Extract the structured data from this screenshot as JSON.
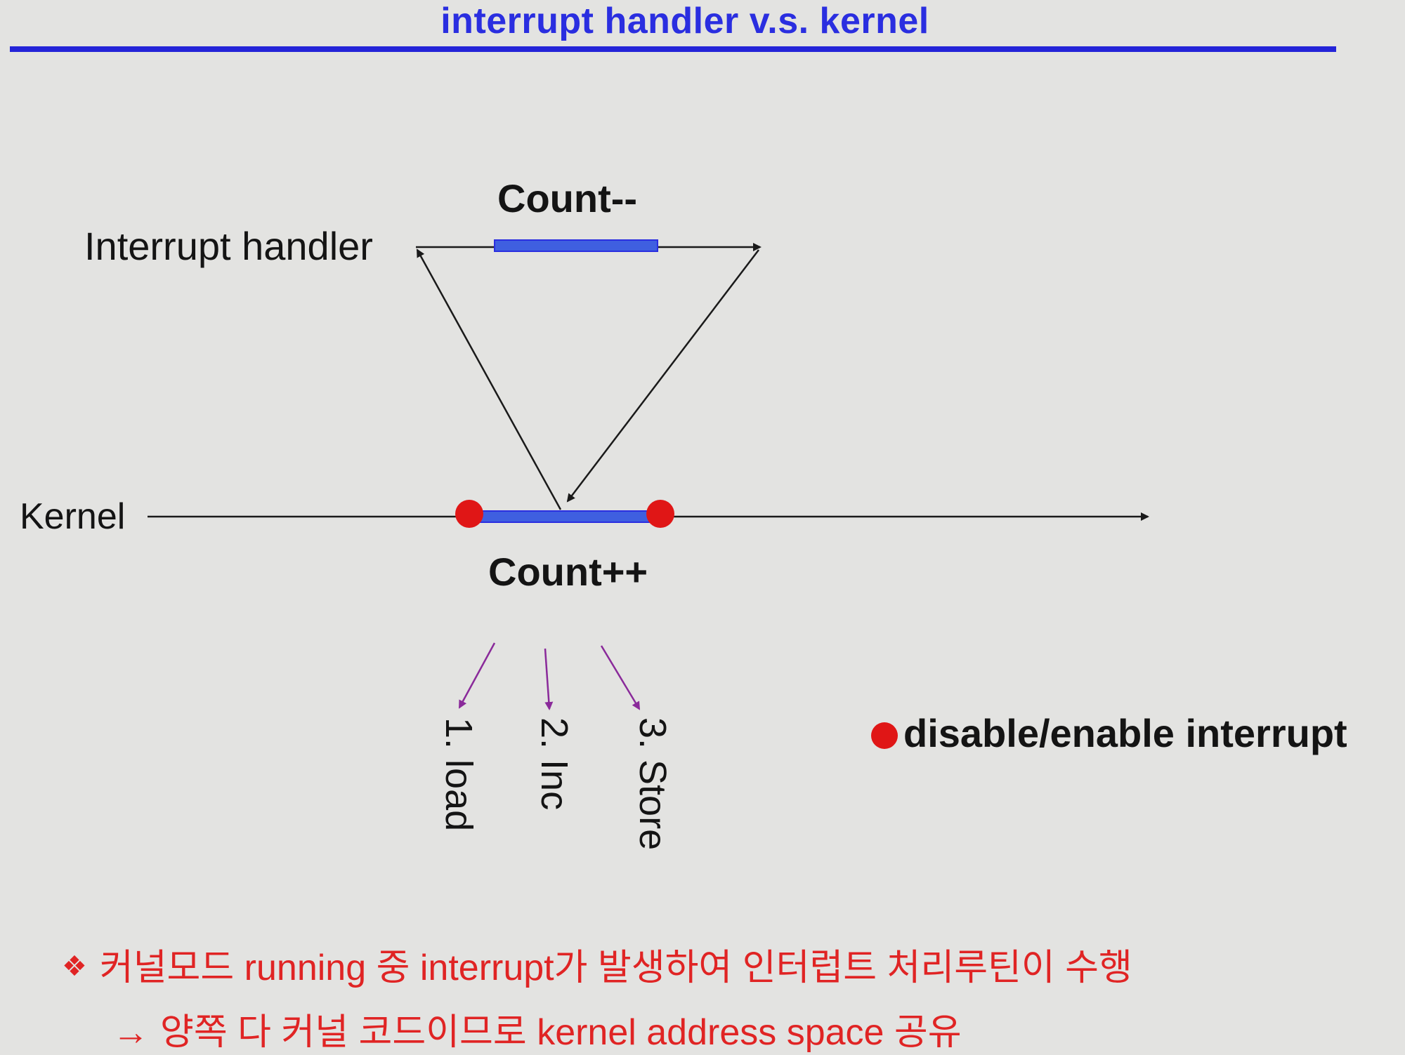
{
  "title": "interrupt handler v.s. kernel",
  "labels": {
    "interrupt_handler": "Interrupt handler",
    "kernel": "Kernel",
    "count_minus": "Count--",
    "count_plus": "Count++"
  },
  "steps": [
    "1. load",
    "2. Inc",
    "3. Store"
  ],
  "legend": {
    "text": "disable/enable interrupt",
    "color": "#e01616"
  },
  "notes": {
    "bullet_symbol": "❖",
    "line1": "커널모드 running 중 interrupt가 발생하여 인터럽트 처리루틴이 수행",
    "arrow_symbol": "→",
    "line2": "양쪽 다 커널 코드이므로 kernel address space 공유"
  },
  "colors": {
    "title": "#2a2ee0",
    "critical_section_bar": "#3f5fe0",
    "note_text": "#e02424",
    "step_arrows": "#8a2a9a"
  }
}
